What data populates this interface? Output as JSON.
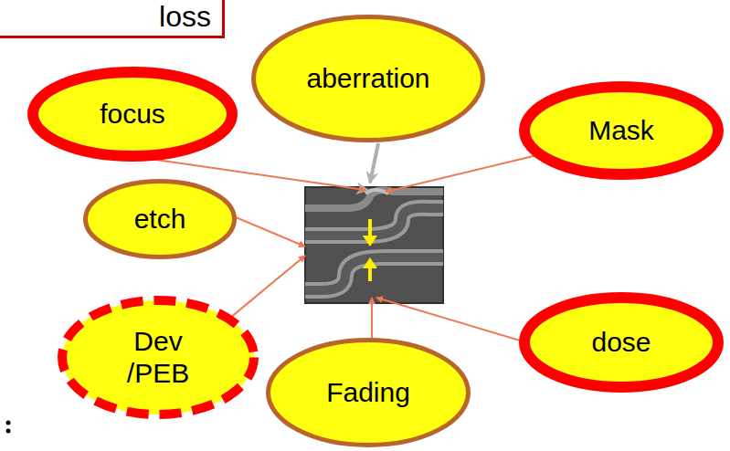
{
  "diagram": {
    "nodes": [
      {
        "text": [
          "loss"
        ]
      },
      {
        "text": [
          "aberration"
        ]
      },
      {
        "text": [
          "focus"
        ]
      },
      {
        "text": [
          "Mask"
        ]
      },
      {
        "text": [
          "etch"
        ]
      },
      {
        "text": [
          "Dev /PEB"
        ]
      },
      {
        "text": [
          "dose"
        ]
      },
      {
        "text": [
          "Fading"
        ]
      }
    ]
  }
}
